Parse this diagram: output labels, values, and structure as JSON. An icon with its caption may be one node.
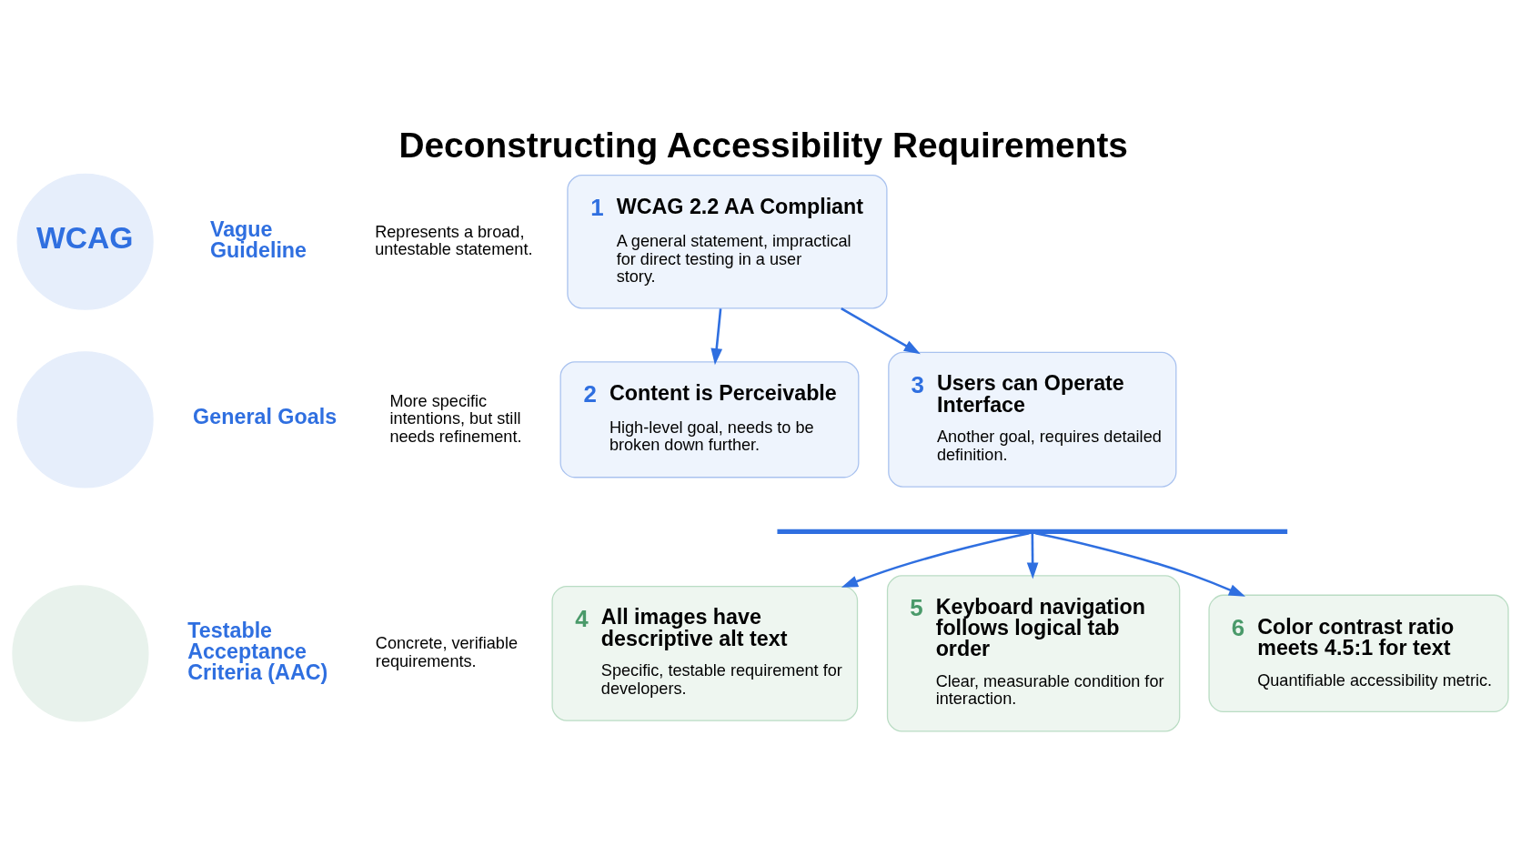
{
  "diagram": {
    "title": "Deconstructing Accessibility Requirements",
    "nodes": [
      {
        "text": [
          "WCAG"
        ]
      },
      {
        "text": [],
        "shape": "circle"
      },
      {
        "text": [],
        "shape": "circle"
      },
      {
        "text": [
          "1",
          "WCAG 2.2 AA Compliant",
          "A general statement, impractical for direct testing in a user story."
        ]
      },
      {
        "text": [
          "2",
          "Content is Perceivable",
          "High-level goal, needs to be broken down further."
        ]
      },
      {
        "text": [
          "3",
          "Users can Operate Interface",
          "Another goal, requires detailed definition."
        ]
      },
      {
        "text": [],
        "shape": "bar"
      },
      {
        "text": [
          "4",
          "All images have descriptive alt text",
          "Specific, testable requirement for developers."
        ]
      },
      {
        "text": [
          "5",
          "Keyboard navigation follows logical tab order",
          "Clear, measurable condition for interaction."
        ]
      },
      {
        "text": [
          "6",
          "Color contrast ratio meets 4.5:1 for text",
          "Quantifiable accessibility metric."
        ]
      }
    ],
    "edges": [
      {
        "from": 3,
        "to": 4,
        "arrow": "to"
      },
      {
        "from": 3,
        "to": 5,
        "arrow": "to"
      },
      {
        "from": 6,
        "to": 7,
        "arrow": "to"
      },
      {
        "from": 6,
        "to": 8,
        "arrow": "to"
      },
      {
        "from": 6,
        "to": 9,
        "arrow": "to"
      }
    ],
    "labels": [
      "Vague Guideline",
      "Represents a broad, untestable statement.",
      "General Goals",
      "More specific intentions, but still needs refinement.",
      "Testable Acceptance Criteria (AAC)",
      "Concrete, verifiable requirements."
    ]
  }
}
